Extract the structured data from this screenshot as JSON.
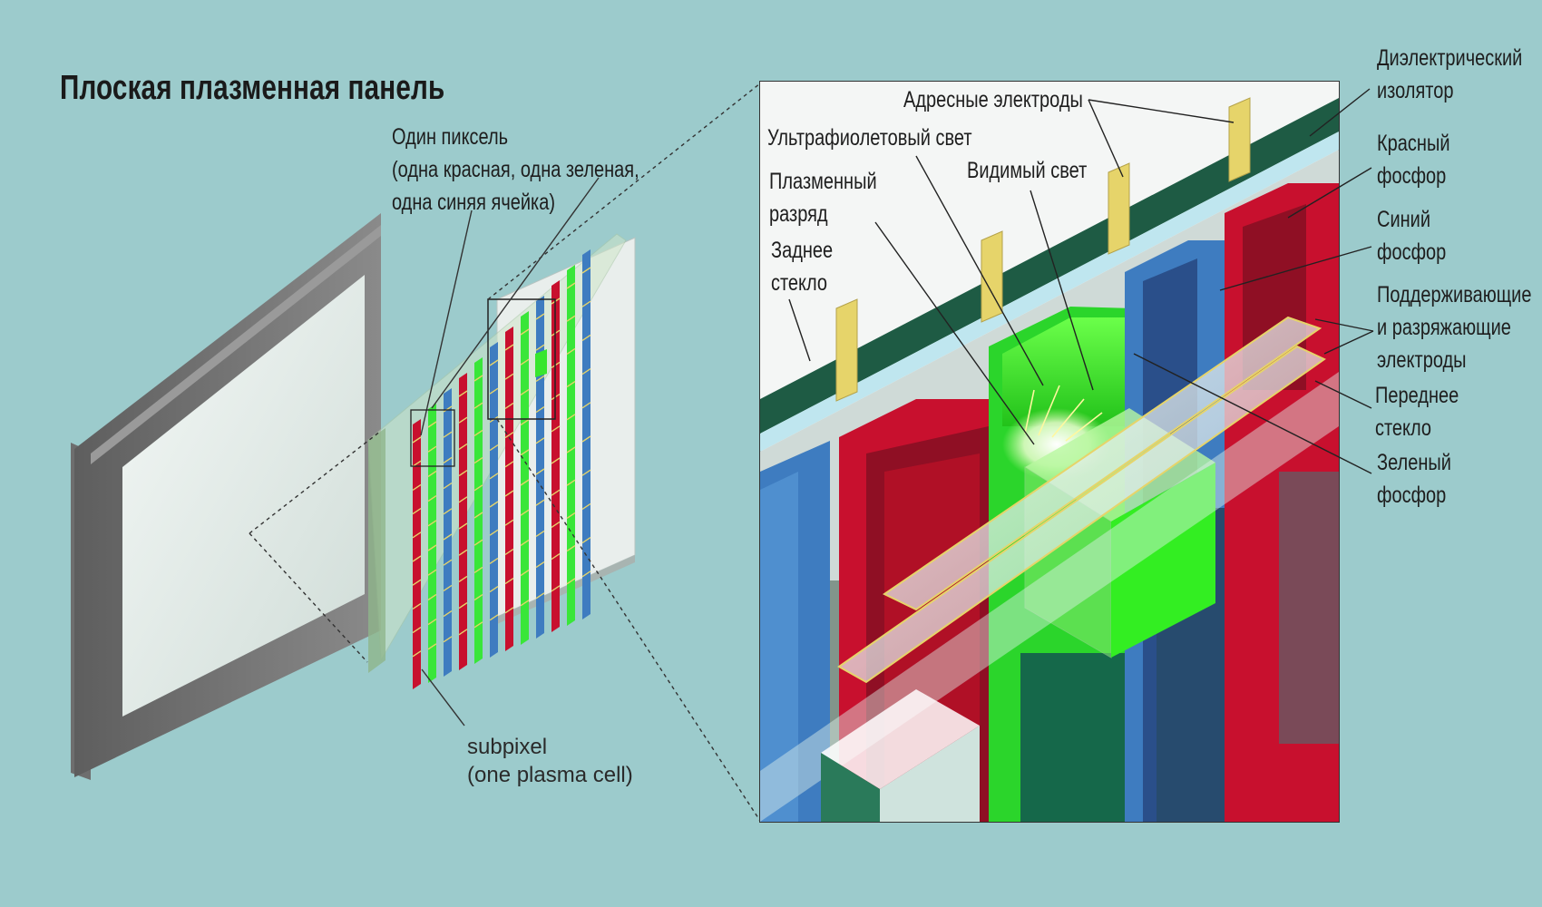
{
  "title": "Плоская плазменная панель",
  "pixel_note": {
    "line1": "Один пиксель",
    "line2": "(одна красная, одна зеленая,",
    "line3": "одна синяя ячейка)"
  },
  "subpixel_note": {
    "line1": "subpixel",
    "line2": "(one plasma cell)"
  },
  "detail_labels": {
    "address_electrodes": "Адресные электроды",
    "uv_light": "Ультрафиолетовый свет",
    "visible_light": "Видимый свет",
    "plasma_discharge": {
      "line1": "Плазменный",
      "line2": "разряд"
    },
    "rear_glass": {
      "line1": "Заднее",
      "line2": "стекло"
    }
  },
  "side_labels": {
    "dielectric": {
      "line1": "Диэлектрический",
      "line2": "изолятор"
    },
    "red_phosphor": {
      "line1": "Красный",
      "line2": "фосфор"
    },
    "blue_phosphor": {
      "line1": "Синий",
      "line2": "фосфор"
    },
    "sustain_electrodes": {
      "line1": "Поддерживающие",
      "line2": "и разряжающие",
      "line3": "электроды"
    },
    "front_glass": {
      "line1": "Переднее",
      "line2": "стекло"
    },
    "green_phosphor": {
      "line1": "Зеленый",
      "line2": "фосфор"
    }
  },
  "colors": {
    "background": "#9ccbcc",
    "red_phosphor": "#c8102e",
    "green_phosphor": "#39e639",
    "blue_phosphor": "#3e7cc0",
    "electrode": "#e6d46a"
  }
}
